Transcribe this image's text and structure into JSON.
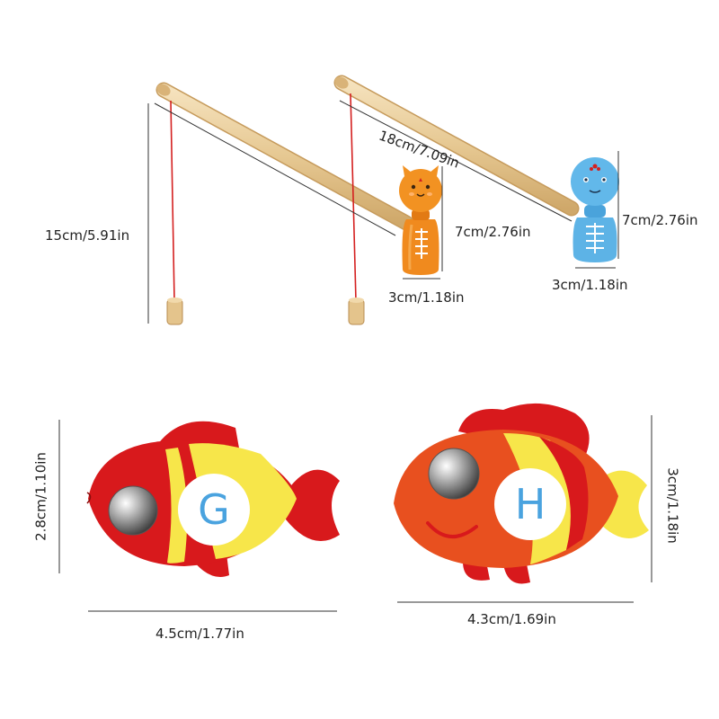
{
  "labels": {
    "rod_height": "15cm/5.91in",
    "rod_length": "18cm/7.09in",
    "cat_height": "7cm/2.76in",
    "cat_width": "3cm/1.18in",
    "blue_height": "7cm/2.76in",
    "blue_width": "3cm/1.18in",
    "fish_g_height": "2.8cm/1.10in",
    "fish_g_width": "4.5cm/1.77in",
    "fish_h_height": "3cm/1.18in",
    "fish_h_width": "4.3cm/1.69in"
  },
  "fish": {
    "g_letter": "G",
    "h_letter": "H"
  },
  "colors": {
    "wood": "#e9cfa0",
    "string": "#d42020",
    "orange_figure": "#f08a1e",
    "blue_figure": "#5db3e6",
    "fish_red": "#d8191c",
    "fish_orange": "#e8501f",
    "fish_yellow": "#f7e64a",
    "letter_blue": "#4aa3df"
  }
}
